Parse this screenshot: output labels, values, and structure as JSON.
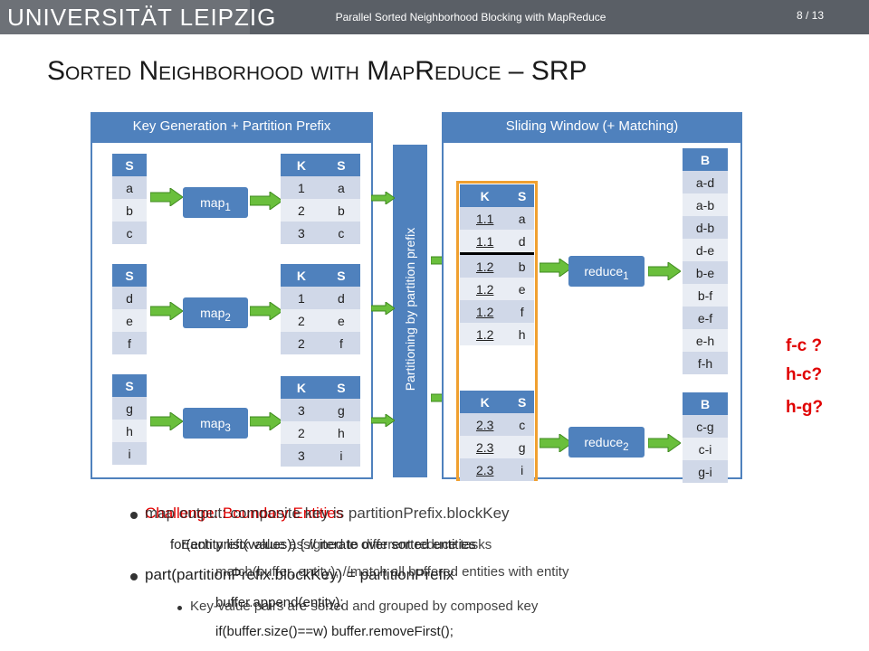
{
  "header": {
    "university": "UNIVERSITÄT LEIPZIG",
    "title": "Parallel Sorted Neighborhood Blocking with MapReduce",
    "page": "8 / 13"
  },
  "slide_title": "Sorted Neighborhood with MapReduce – SRP",
  "left_panel": {
    "title": "Key Generation + Partition Prefix",
    "input_tables": [
      {
        "header": "S",
        "rows": [
          "a",
          "b",
          "c"
        ]
      },
      {
        "header": "S",
        "rows": [
          "d",
          "e",
          "f"
        ]
      },
      {
        "header": "S",
        "rows": [
          "g",
          "h",
          "i"
        ]
      }
    ],
    "maps": [
      {
        "base": "map",
        "sub": "1"
      },
      {
        "base": "map",
        "sub": "2"
      },
      {
        "base": "map",
        "sub": "3"
      }
    ],
    "output_tables": [
      {
        "headers": [
          "K",
          "S"
        ],
        "rows": [
          [
            "1",
            "a"
          ],
          [
            "2",
            "b"
          ],
          [
            "3",
            "c"
          ]
        ]
      },
      {
        "headers": [
          "K",
          "S"
        ],
        "rows": [
          [
            "1",
            "d"
          ],
          [
            "2",
            "e"
          ],
          [
            "2",
            "f"
          ]
        ]
      },
      {
        "headers": [
          "K",
          "S"
        ],
        "rows": [
          [
            "3",
            "g"
          ],
          [
            "2",
            "h"
          ],
          [
            "3",
            "i"
          ]
        ]
      }
    ]
  },
  "partition_label": "Partitioning by partition prefix",
  "right_panel": {
    "title": "Sliding Window (+ Matching)",
    "ks_tables": [
      {
        "headers": [
          "K",
          "S"
        ],
        "rows": [
          [
            "1.1",
            "a"
          ],
          [
            "1.1",
            "d"
          ],
          [
            "1.2",
            "b"
          ],
          [
            "1.2",
            "e"
          ],
          [
            "1.2",
            "f"
          ],
          [
            "1.2",
            "h"
          ]
        ]
      },
      {
        "headers": [
          "K",
          "S"
        ],
        "rows": [
          [
            "2.3",
            "c"
          ],
          [
            "2.3",
            "g"
          ],
          [
            "2.3",
            "i"
          ]
        ]
      }
    ],
    "reduces": [
      {
        "base": "reduce",
        "sub": "1"
      },
      {
        "base": "reduce",
        "sub": "2"
      }
    ],
    "b_tables": [
      {
        "header": "B",
        "rows": [
          "a-d",
          "a-b",
          "d-b",
          "d-e",
          "b-e",
          "b-f",
          "e-f",
          "e-h",
          "f-h"
        ]
      },
      {
        "header": "B",
        "rows": [
          "c-g",
          "c-i",
          "g-i"
        ]
      }
    ]
  },
  "questions": [
    "f-c ?",
    "h-c?",
    "h-g?"
  ],
  "overlay_text": {
    "line1_red": "Challenge: Boundary Entities",
    "line1_black": "map output: composite key is partitionPrefix.blockKey",
    "line2": "for(entity:list(values)) { // iterate over sorted entities",
    "line2b": "Each prefix value assigned to different reduce tasks",
    "line3": "part(partitionPrefix.blockKey) = partitionPrefix",
    "line3b": "match(buffer, entity); //match all buffered entities with entity",
    "line4": "buffer.append(entity);",
    "line4b": "Key-value pairs are sorted and grouped by composed key",
    "line5": "if(buffer.size()==w) buffer.removeFirst();"
  }
}
